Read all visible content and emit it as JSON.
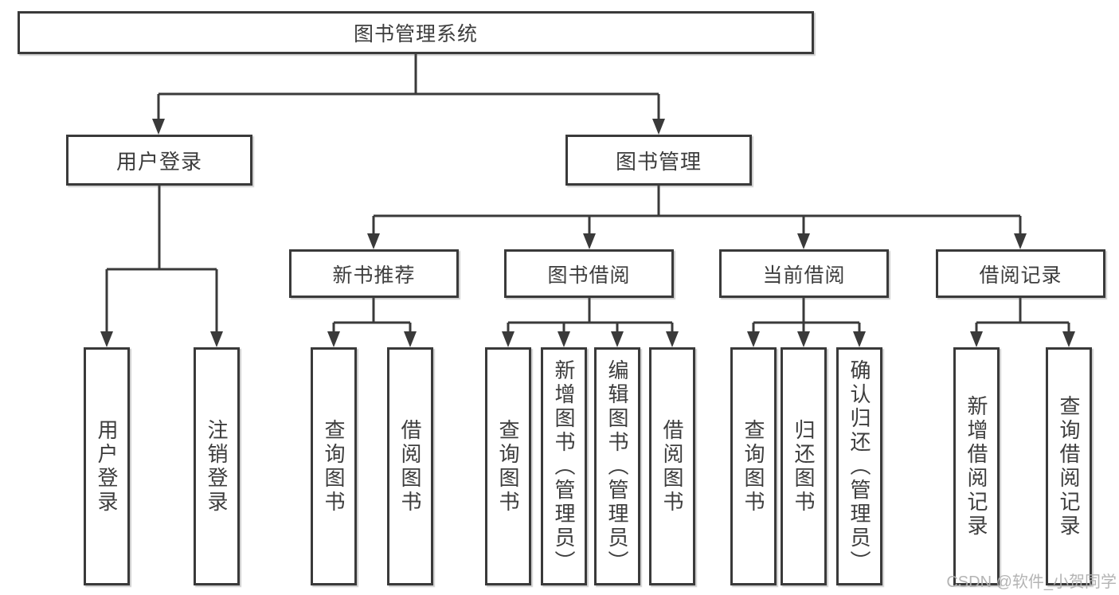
{
  "tree": {
    "root": "图书管理系统",
    "user_login": {
      "label": "用户登录",
      "children": [
        "用户登录",
        "注销登录"
      ]
    },
    "book_mgmt": {
      "label": "图书管理",
      "sections": [
        {
          "label": "新书推荐",
          "children": [
            "查询图书",
            "借阅图书"
          ]
        },
        {
          "label": "图书借阅",
          "children": [
            "查询图书",
            "新增图书（管理员）",
            "编辑图书（管理员）",
            "借阅图书"
          ]
        },
        {
          "label": "当前借阅",
          "children": [
            "查询图书",
            "归还图书",
            "确认归还（管理员）"
          ]
        },
        {
          "label": "借阅记录",
          "children": [
            "新增借阅记录",
            "查询借阅记录"
          ]
        }
      ]
    }
  },
  "watermark": "CSDN @软件_小贺同学",
  "colors": {
    "line": "#3a3a3a",
    "text": "#3d3d3d",
    "watermark": "#b0b0b0",
    "background": "#ffffff"
  }
}
